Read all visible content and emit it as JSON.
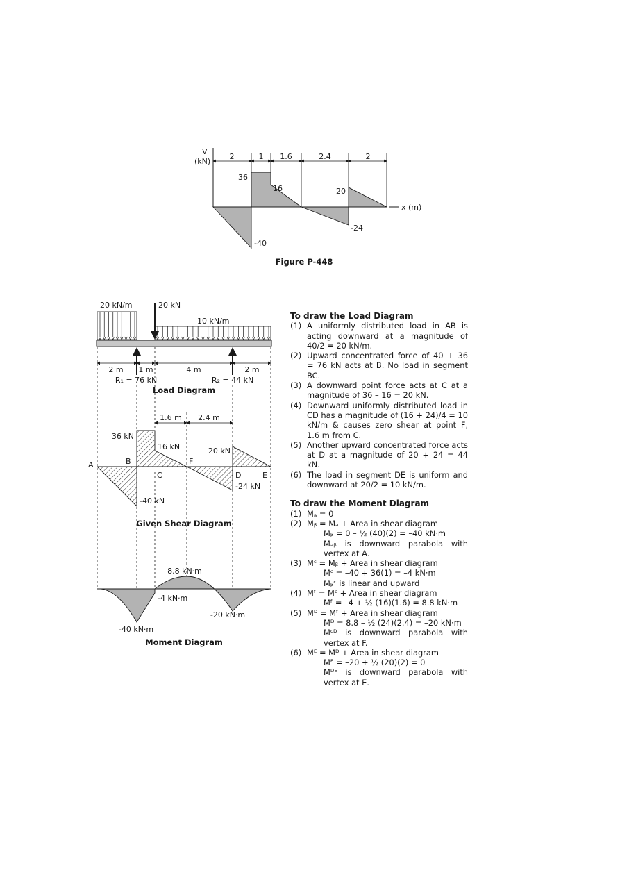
{
  "fig1": {
    "caption": "Figure P-448",
    "v_axis_label": "V",
    "v_axis_unit": "(kN)",
    "x_axis_label": "x (m)",
    "spans": [
      "2",
      "1",
      "1.6",
      "2.4",
      "2"
    ],
    "values": [
      "36",
      "16",
      "20",
      "-40",
      "-24"
    ]
  },
  "load": {
    "udl1": "20 kN/m",
    "point": "20 kN",
    "udl2": "10 kN/m",
    "dims": [
      "2 m",
      "1 m",
      "4 m",
      "2 m"
    ],
    "r1": "R₁ = 76 kN",
    "r2": "R₂ = 44 kN",
    "caption": "Load Diagram"
  },
  "shear": {
    "dims": [
      "1.6 m",
      "2.4 m"
    ],
    "v36": "36 kN",
    "v16": "16 kN",
    "v20": "20 kN",
    "vm40": "-40 kN",
    "vm24": "-24 kN",
    "pts": [
      "A",
      "B",
      "C",
      "F",
      "D",
      "E"
    ],
    "caption": "Given Shear Diagram"
  },
  "moment": {
    "m88": "8.8 kN·m",
    "m4": "-4 kN·m",
    "m20": "-20 kN·m",
    "m40": "-40 kN·m",
    "caption": "Moment Diagram"
  },
  "load_steps": {
    "title": "To draw the Load Diagram",
    "items": [
      {
        "num": "(1)",
        "text": "A uniformly distributed load in AB is acting downward at a magnitude of 40/2 = 20 kN/m."
      },
      {
        "num": "(2)",
        "text": "Upward concentrated force of 40 + 36 = 76 kN acts at B.  No load in segment BC."
      },
      {
        "num": "(3)",
        "text": "A downward point force acts at C at a magnitude of 36 – 16 = 20 kN."
      },
      {
        "num": "(4)",
        "text": "Downward uniformly distributed load in CD has a magnitude of (16 + 24)/4 = 10 kN/m & causes zero shear at point F, 1.6 m from C."
      },
      {
        "num": "(5)",
        "text": "Another upward concentrated force acts at D at a magnitude of 20 + 24 = 44 kN."
      },
      {
        "num": "(6)",
        "text": "The load in segment DE is uniform and downward at 20/2 = 10 kN/m."
      }
    ]
  },
  "moment_steps": {
    "title": "To draw the Moment Diagram",
    "items": [
      {
        "num": "(1)",
        "lines": [
          "Mₐ = 0"
        ]
      },
      {
        "num": "(2)",
        "lines": [
          "Mᵦ = Mₐ + Area in shear diagram",
          "Mᵦ = 0 – ½ (40)(2) = –40 kN·m",
          "Mₐᵦ is downward parabola with vertex at A."
        ]
      },
      {
        "num": "(3)",
        "lines": [
          "Mᶜ = Mᵦ + Area in shear diagram",
          "Mᶜ = –40 + 36(1) = –4 kN·m",
          "Mᵦᶜ is linear and upward"
        ]
      },
      {
        "num": "(4)",
        "lines": [
          "Mᶠ = Mᶜ + Area in shear diagram",
          "Mᶠ = –4 + ½ (16)(1.6) = 8.8 kN·m"
        ]
      },
      {
        "num": "(5)",
        "lines": [
          "Mᴰ = Mᶠ + Area in shear diagram",
          "Mᴰ = 8.8 – ½ (24)(2.4) = –20 kN·m",
          "Mᶜᴰ is downward parabola with vertex at F."
        ]
      },
      {
        "num": "(6)",
        "lines": [
          "Mᴱ = Mᴰ + Area in shear diagram",
          "Mᴱ = –20 + ½ (20)(2) = 0",
          "Mᴰᴱ is downward parabola with vertex at E."
        ]
      }
    ]
  }
}
